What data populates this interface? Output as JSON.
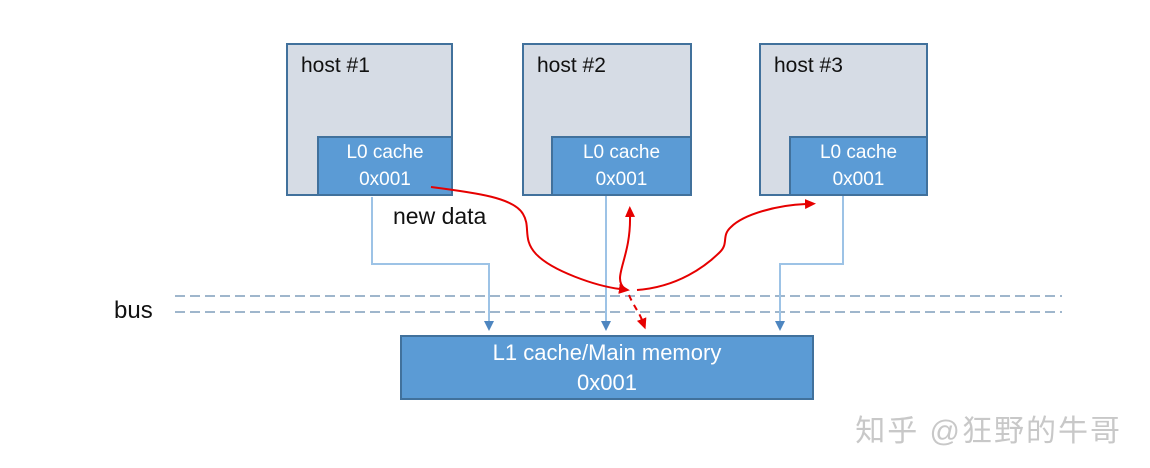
{
  "diagram": {
    "hosts": [
      {
        "label": "host #1",
        "cache_label": "L0 cache",
        "cache_value": "0x001"
      },
      {
        "label": "host #2",
        "cache_label": "L0 cache",
        "cache_value": "0x001"
      },
      {
        "label": "host #3",
        "cache_label": "L0 cache",
        "cache_value": "0x001"
      }
    ],
    "memory": {
      "label": "L1 cache/Main memory",
      "value": "0x001"
    },
    "bus_label": "bus",
    "annotation": "new data"
  },
  "watermark": "知乎 @狂野的牛哥",
  "colors": {
    "host_fill": "#d6dce5",
    "box_border": "#41719c",
    "cache_fill": "#5b9bd5",
    "connector_blue": "#9dc3e6",
    "connector_arrowhead": "#4e86c0",
    "bus_line": "#9fb6cc",
    "arrow_red": "#e60000",
    "watermark_gray": "#c8c8c8"
  }
}
